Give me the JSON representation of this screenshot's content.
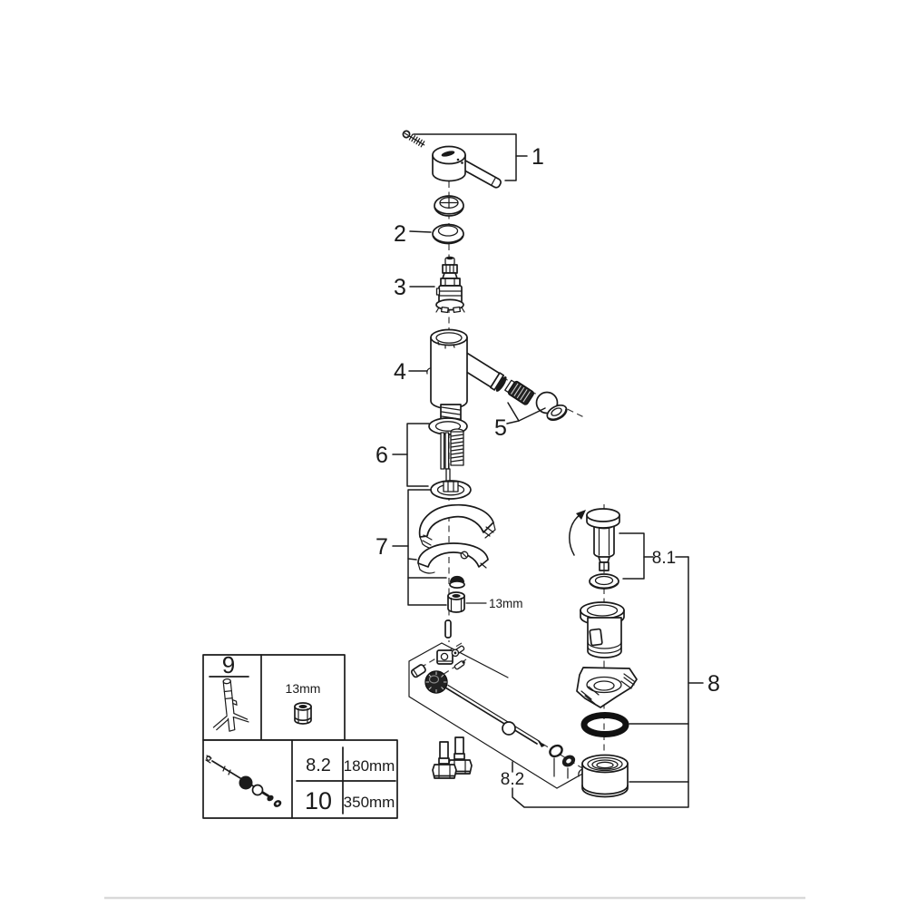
{
  "colors": {
    "line": "#1a1a1a",
    "background": "#ffffff",
    "divider": "#d9d9d9"
  },
  "callouts": {
    "handle": "1",
    "escutcheon": "2",
    "cartridge": "3",
    "body": "4",
    "aerator": "5",
    "mounting_set": "6",
    "fixing_set": "7",
    "waste_set": "8",
    "plug": "8.1",
    "rod_set": "8.2",
    "wrench_size": "13mm"
  },
  "inset_table": {
    "tool_ref": "9",
    "socket_size": "13mm",
    "rows": [
      {
        "ref": "8.2",
        "length": "180mm"
      },
      {
        "ref": "10",
        "length": "350mm"
      }
    ]
  }
}
